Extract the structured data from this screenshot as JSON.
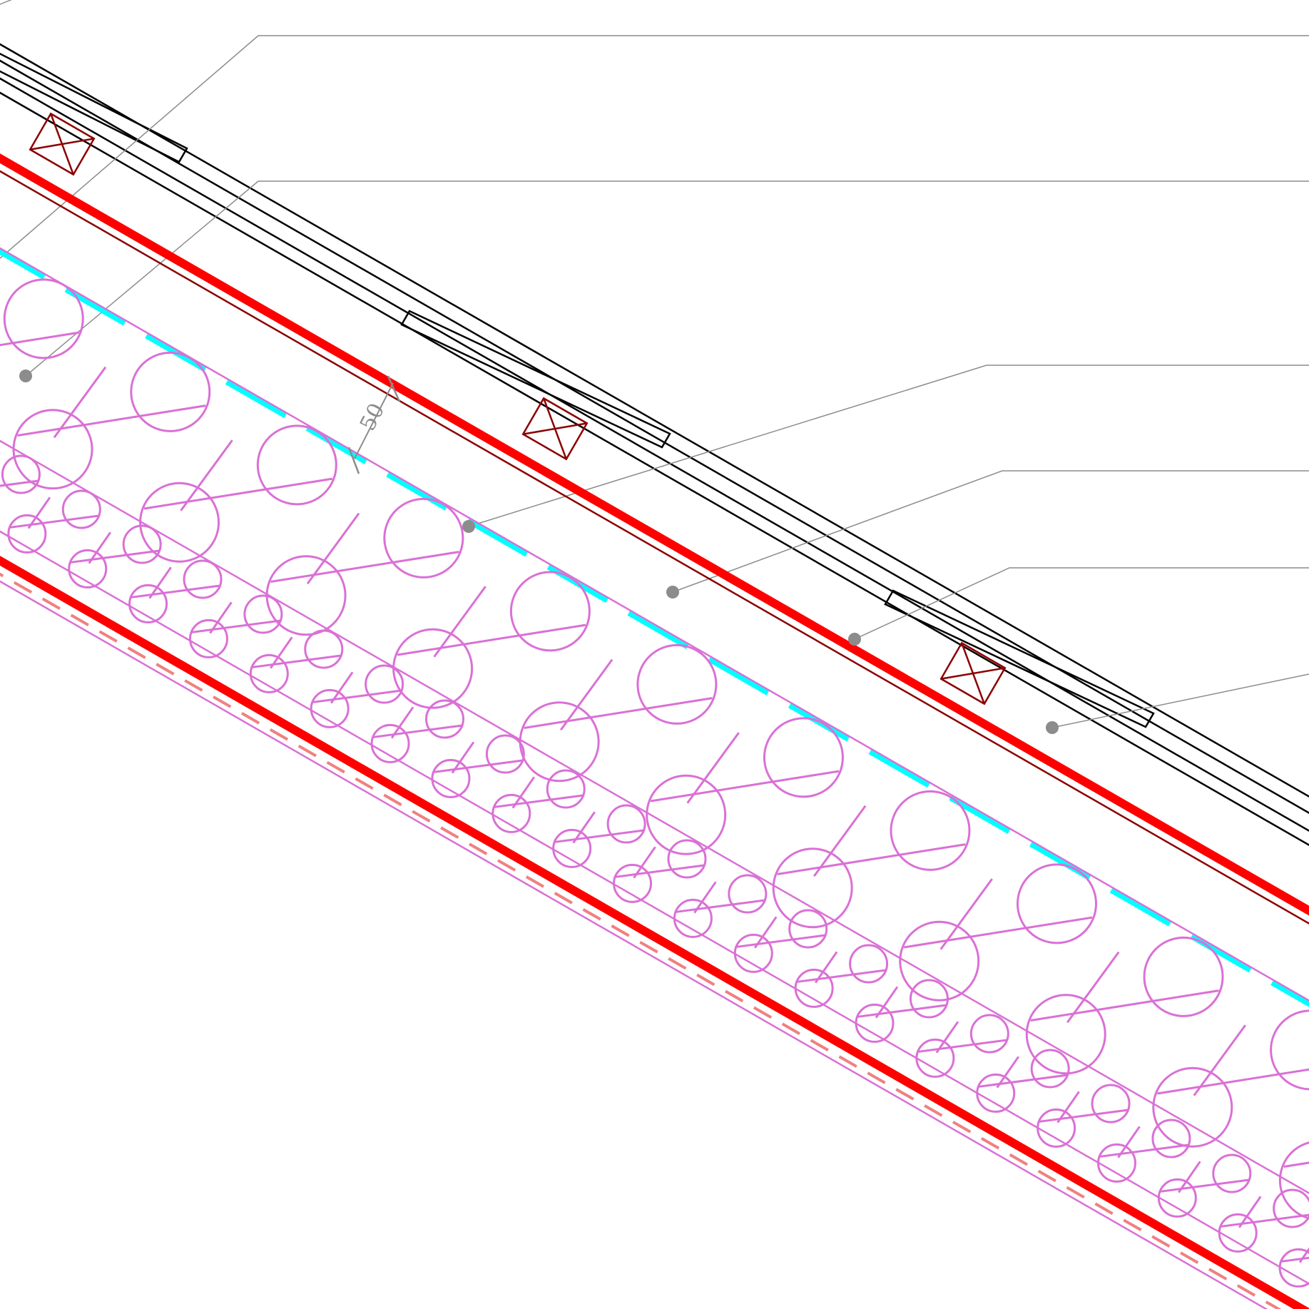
{
  "drawing": {
    "type": "roof section detail",
    "background": "#ffffff",
    "dimension": {
      "value": "50",
      "color": "#8c8c8c"
    },
    "colors": {
      "outline": "#000000",
      "batten": "#8b0000",
      "membrane": "#ff0000",
      "insulation": "#da70d6",
      "vapour_layer": "#00ffff",
      "inner_lining": "#f08080",
      "leader": "#8c8c8c"
    },
    "layers": [
      "roof-covering-boards",
      "counter-battens",
      "ventilated-cavity",
      "underlay-membrane",
      "wind-barrier",
      "upper-insulation",
      "lower-insulation",
      "vapour-control-membrane",
      "inner-lining"
    ],
    "callout_markers": 6,
    "callout_labels": [
      "",
      "",
      "",
      "",
      "",
      "",
      "",
      "",
      ""
    ]
  }
}
